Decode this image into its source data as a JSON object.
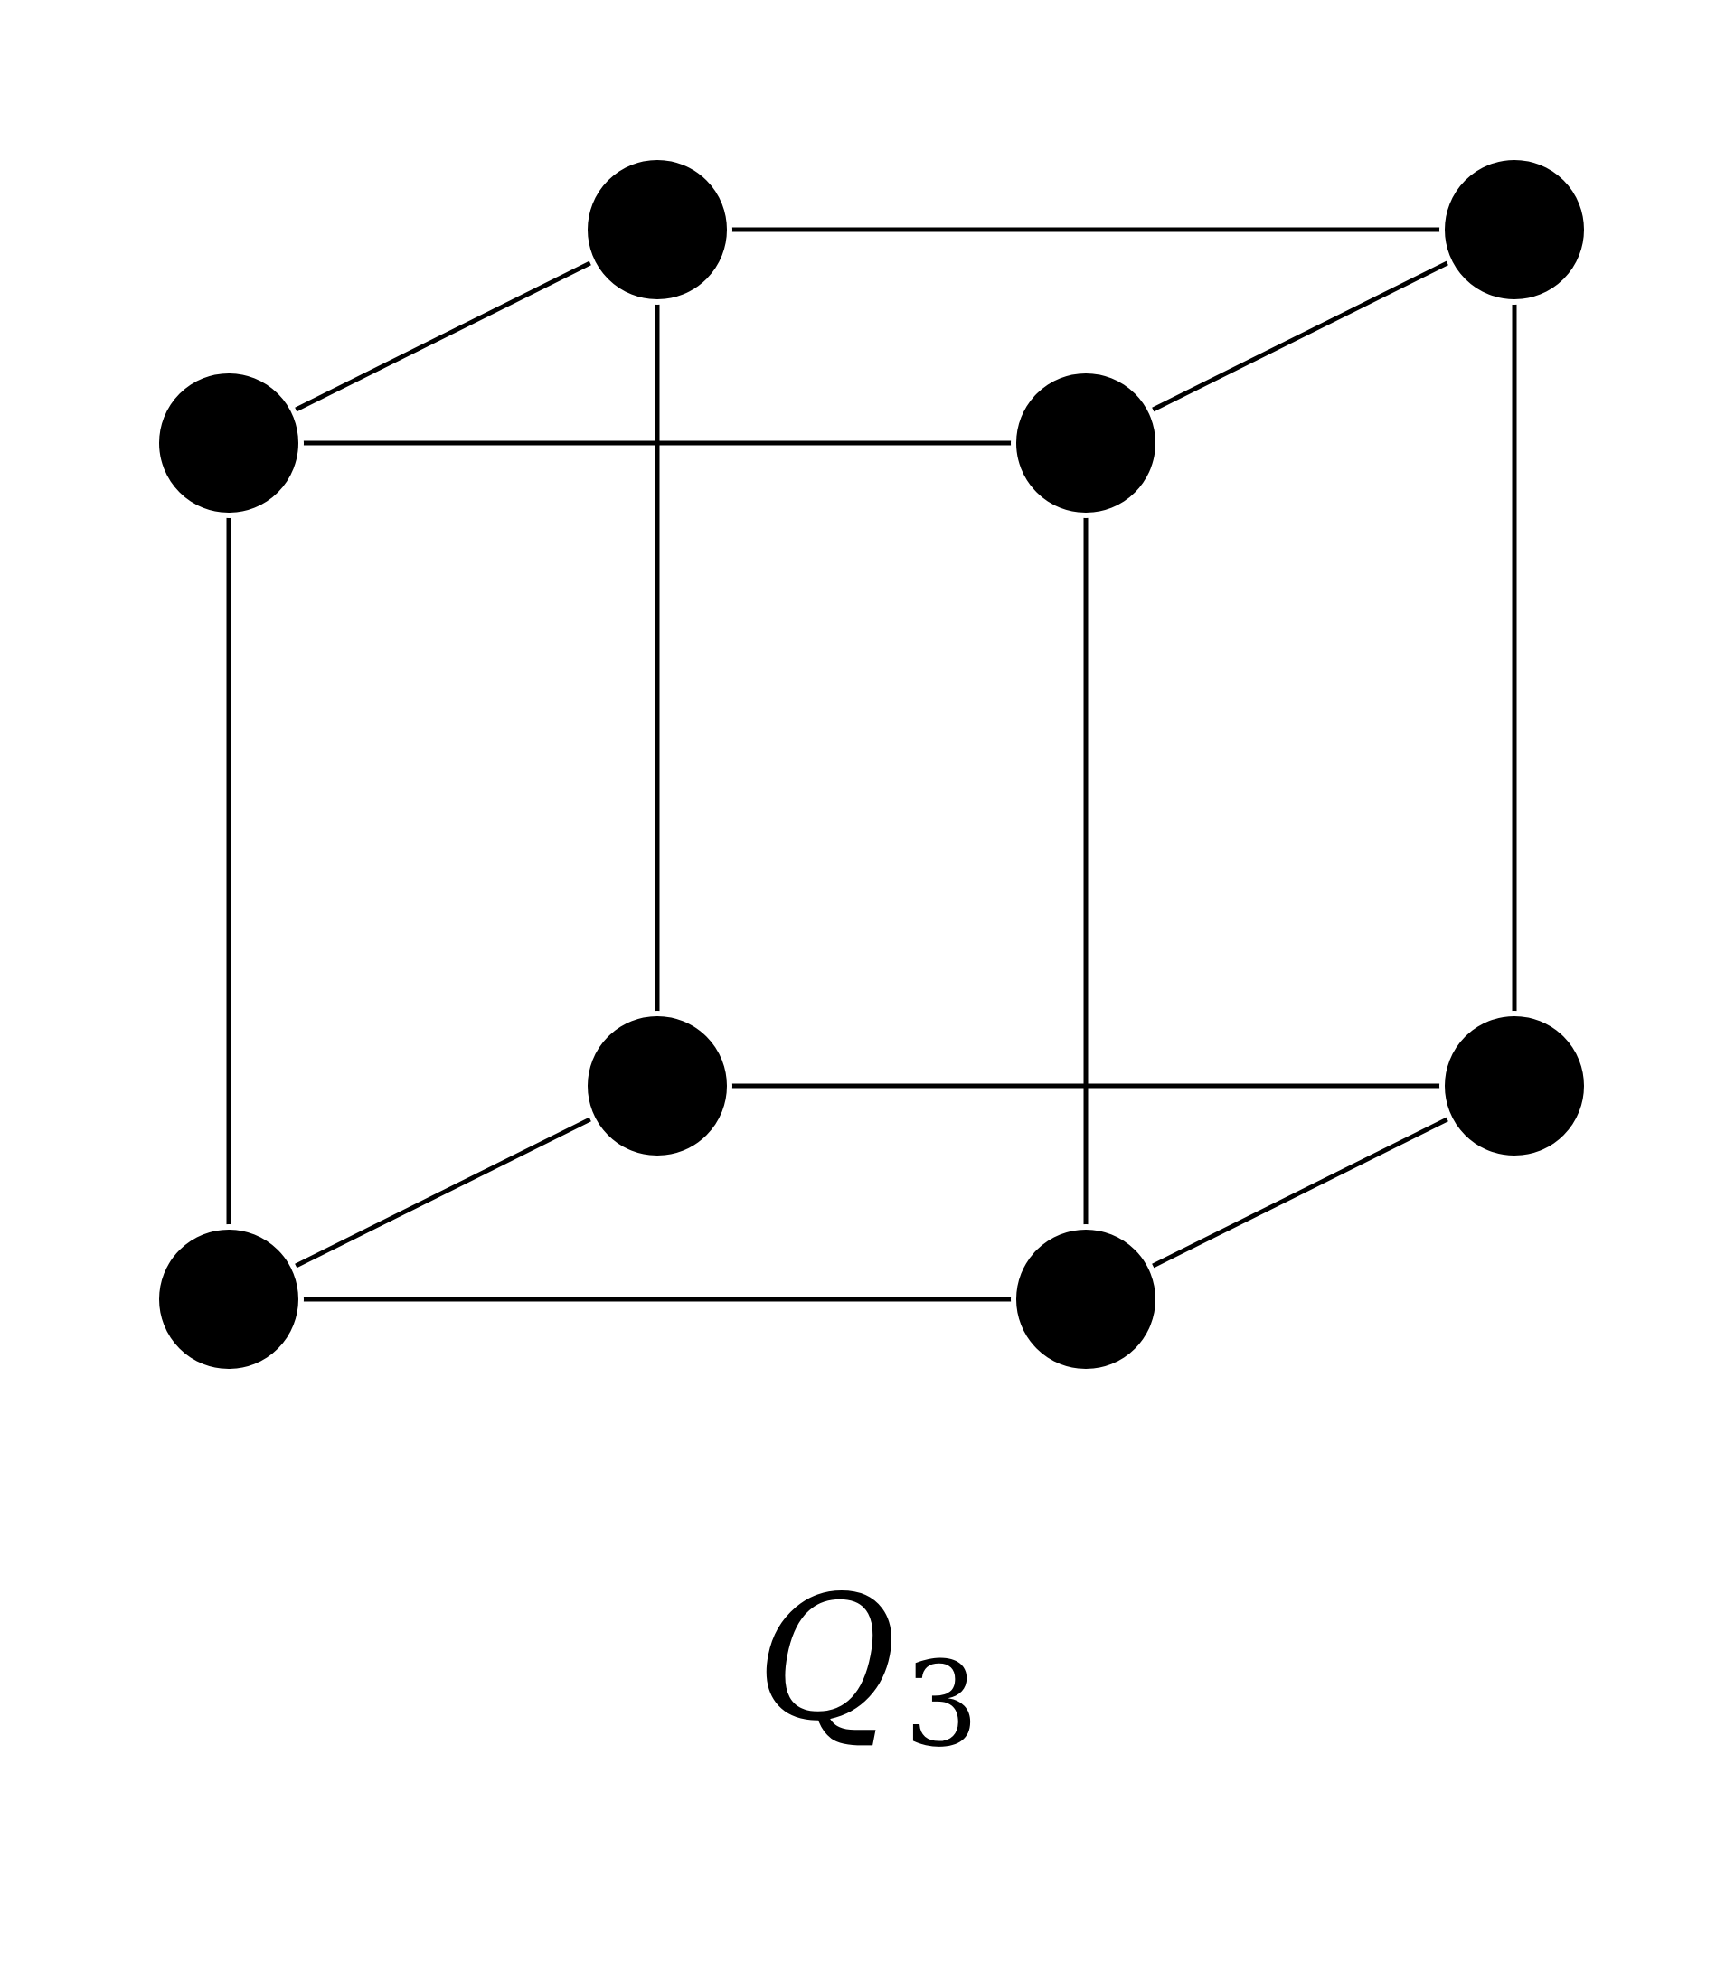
{
  "diagram": {
    "type": "hypercube-graph",
    "caption": {
      "symbol": "Q",
      "subscript": "3"
    },
    "colors": {
      "node": "#000000",
      "edge": "#000000",
      "background": "#ffffff"
    },
    "nodes": [
      "front-bottom-left",
      "front-bottom-right",
      "front-top-left",
      "front-top-right",
      "back-bottom-left",
      "back-bottom-right",
      "back-top-left",
      "back-top-right"
    ],
    "edges": [
      [
        "front-bottom-left",
        "front-bottom-right"
      ],
      [
        "front-top-left",
        "front-top-right"
      ],
      [
        "front-bottom-left",
        "front-top-left"
      ],
      [
        "front-bottom-right",
        "front-top-right"
      ],
      [
        "back-bottom-left",
        "back-bottom-right"
      ],
      [
        "back-top-left",
        "back-top-right"
      ],
      [
        "back-bottom-left",
        "back-top-left"
      ],
      [
        "back-bottom-right",
        "back-top-right"
      ],
      [
        "front-bottom-left",
        "back-bottom-left"
      ],
      [
        "front-bottom-right",
        "back-bottom-right"
      ],
      [
        "front-top-left",
        "back-top-left"
      ],
      [
        "front-top-right",
        "back-top-right"
      ]
    ]
  }
}
